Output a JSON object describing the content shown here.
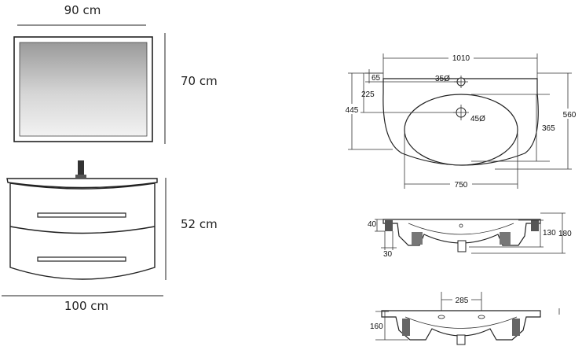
{
  "left_drawing": {
    "mirror_width": "90 cm",
    "mirror_height": "70 cm",
    "cabinet_height": "52 cm",
    "cabinet_width": "100 cm"
  },
  "top_view": {
    "overall_width": "1010",
    "tap_offset": "65",
    "tap_hole": "35Ø",
    "drain_offset": "225",
    "depth_mid": "445",
    "drain_hole": "45Ø",
    "bowl_depth": "365",
    "overall_depth": "560",
    "bowl_width": "750"
  },
  "side_view": {
    "rim": "40",
    "wall": "30",
    "bowl_height": "130",
    "overall_height": "180"
  },
  "front_view": {
    "hole_spacing": "285",
    "height": "160"
  }
}
